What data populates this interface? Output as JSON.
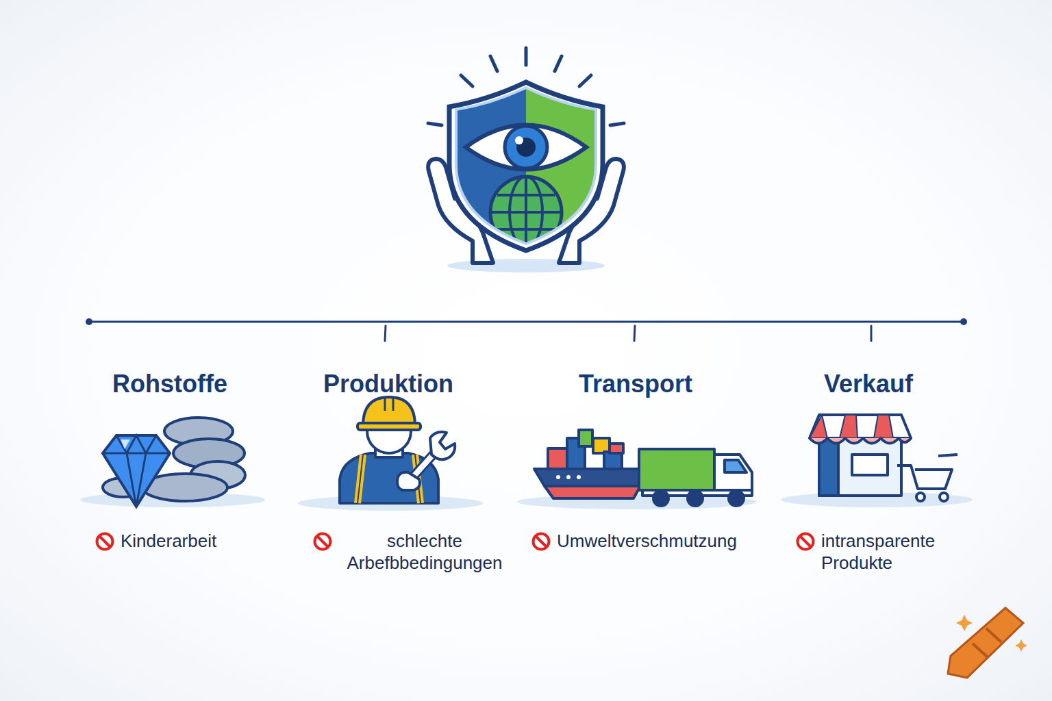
{
  "diagram": {
    "labels": [
      "Rohstoffe",
      "Produktion",
      "Transport",
      "Verkauf",
      "Kinderarbeit",
      "schlechte Arbefbbedingungen",
      "Umweltverschmutzung",
      "intransparente Produkte"
    ]
  }
}
